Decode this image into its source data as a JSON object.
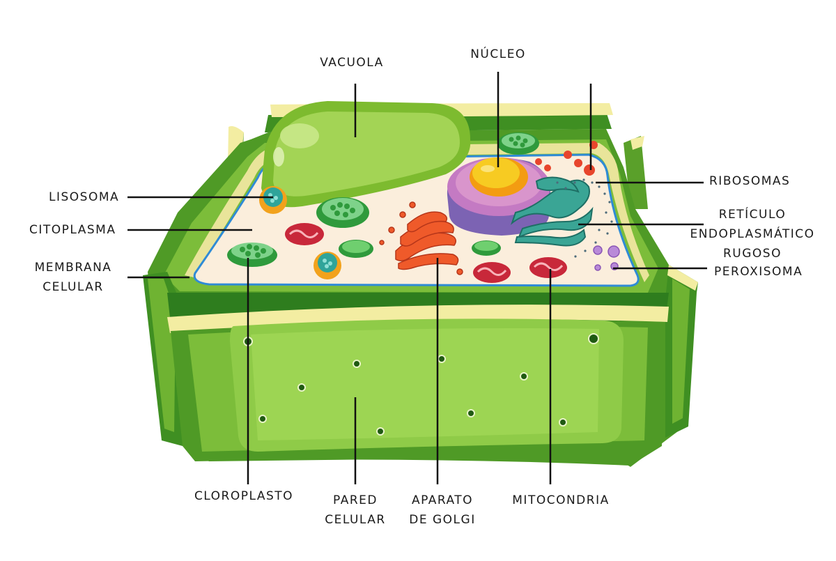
{
  "labels": {
    "vacuola": "VACUOLA",
    "nucleo": "NÚCLEO",
    "lisosoma": "LISOSOMA",
    "citoplasma": "CITOPLASMA",
    "membrana": [
      "MEMBRANA",
      "CELULAR"
    ],
    "ribosomas": "RIBOSOMAS",
    "reticulo": [
      "RETÍCULO",
      "ENDOPLASMÁTICO",
      "RUGOSO"
    ],
    "peroxisoma": "PEROXISOMA",
    "cloroplasto": "CLOROPLASTO",
    "pared": [
      "PARED",
      "CELULAR"
    ],
    "golgi": [
      "APARATO",
      "DE GOLGI"
    ],
    "mitocondria": "MITOCONDRIA"
  },
  "colors": {
    "wall_dark": "#2e7d1e",
    "wall_mid": "#5fa22e",
    "wall_light": "#8cc63f",
    "wall_highlight": "#f3eda2",
    "cytoplasm": "#fbeedc",
    "membrane": "#2f8bd6",
    "vacuole": "#9ccf4a",
    "nucleus": "#9b7fc4",
    "nucleolus": "#f5c020",
    "golgi": "#ef5a2a",
    "er": "#2f9e8f",
    "mitochondria": "#c8283a",
    "peroxisome": "#b98ad8",
    "ribosome": "#e7452c",
    "lysosome": "#f2a21c"
  }
}
